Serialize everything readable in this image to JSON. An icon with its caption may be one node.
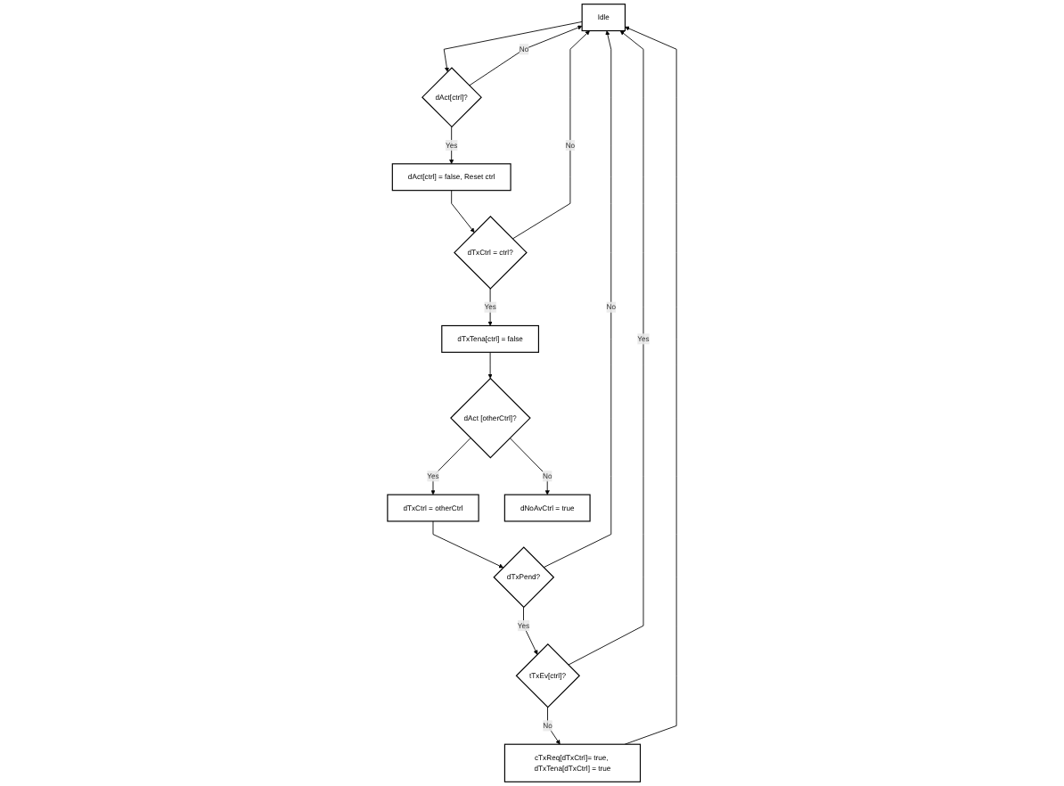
{
  "diagram": {
    "nodes": [
      {
        "text": [
          "Idle"
        ]
      },
      {
        "text": [
          "dAct[ctrl]?"
        ]
      },
      {
        "text": [
          "dAct[ctrl] = false, Reset ctrl"
        ]
      },
      {
        "text": [
          "dTxCtrl = ctrl?"
        ]
      },
      {
        "text": [
          "dTxTena[ctrl] = false"
        ]
      },
      {
        "text": [
          "dAct [otherCtrl]?"
        ]
      },
      {
        "text": [
          "dTxCtrl = otherCtrl"
        ]
      },
      {
        "text": [
          "dTxPend?"
        ]
      },
      {
        "text": [
          "tTxEv[ctrl]?"
        ]
      },
      {
        "text": [
          "cTxReq[dTxCtrl]= true, dTxTena[dTxCtrl] = true"
        ]
      },
      {
        "text": [
          "dNoAvCtrl = true"
        ]
      }
    ],
    "edges": [
      {
        "from": 0,
        "to": 1,
        "arrow": "to"
      },
      {
        "from": 1,
        "to": 2,
        "arrow": "to",
        "label": "Yes"
      },
      {
        "from": 1,
        "to": 0,
        "arrow": "to",
        "label": "No"
      },
      {
        "from": 2,
        "to": 3,
        "arrow": "to"
      },
      {
        "from": 3,
        "to": 0,
        "arrow": "to",
        "label": "No"
      },
      {
        "from": 3,
        "to": 4,
        "arrow": "to",
        "label": "Yes"
      },
      {
        "from": 4,
        "to": 5,
        "arrow": "to"
      },
      {
        "from": 5,
        "to": 6,
        "arrow": "to",
        "label": "Yes"
      },
      {
        "from": 5,
        "to": 10,
        "arrow": "to",
        "label": "No"
      },
      {
        "from": 6,
        "to": 7,
        "arrow": "to"
      },
      {
        "from": 7,
        "to": 8,
        "arrow": "to",
        "label": "Yes"
      },
      {
        "from": 7,
        "to": 0,
        "arrow": "to",
        "label": "No"
      },
      {
        "from": 8,
        "to": 0,
        "arrow": "to",
        "label": "Yes"
      },
      {
        "from": 8,
        "to": 9,
        "arrow": "to",
        "label": "No"
      },
      {
        "from": 9,
        "to": 0,
        "arrow": "to"
      }
    ]
  }
}
